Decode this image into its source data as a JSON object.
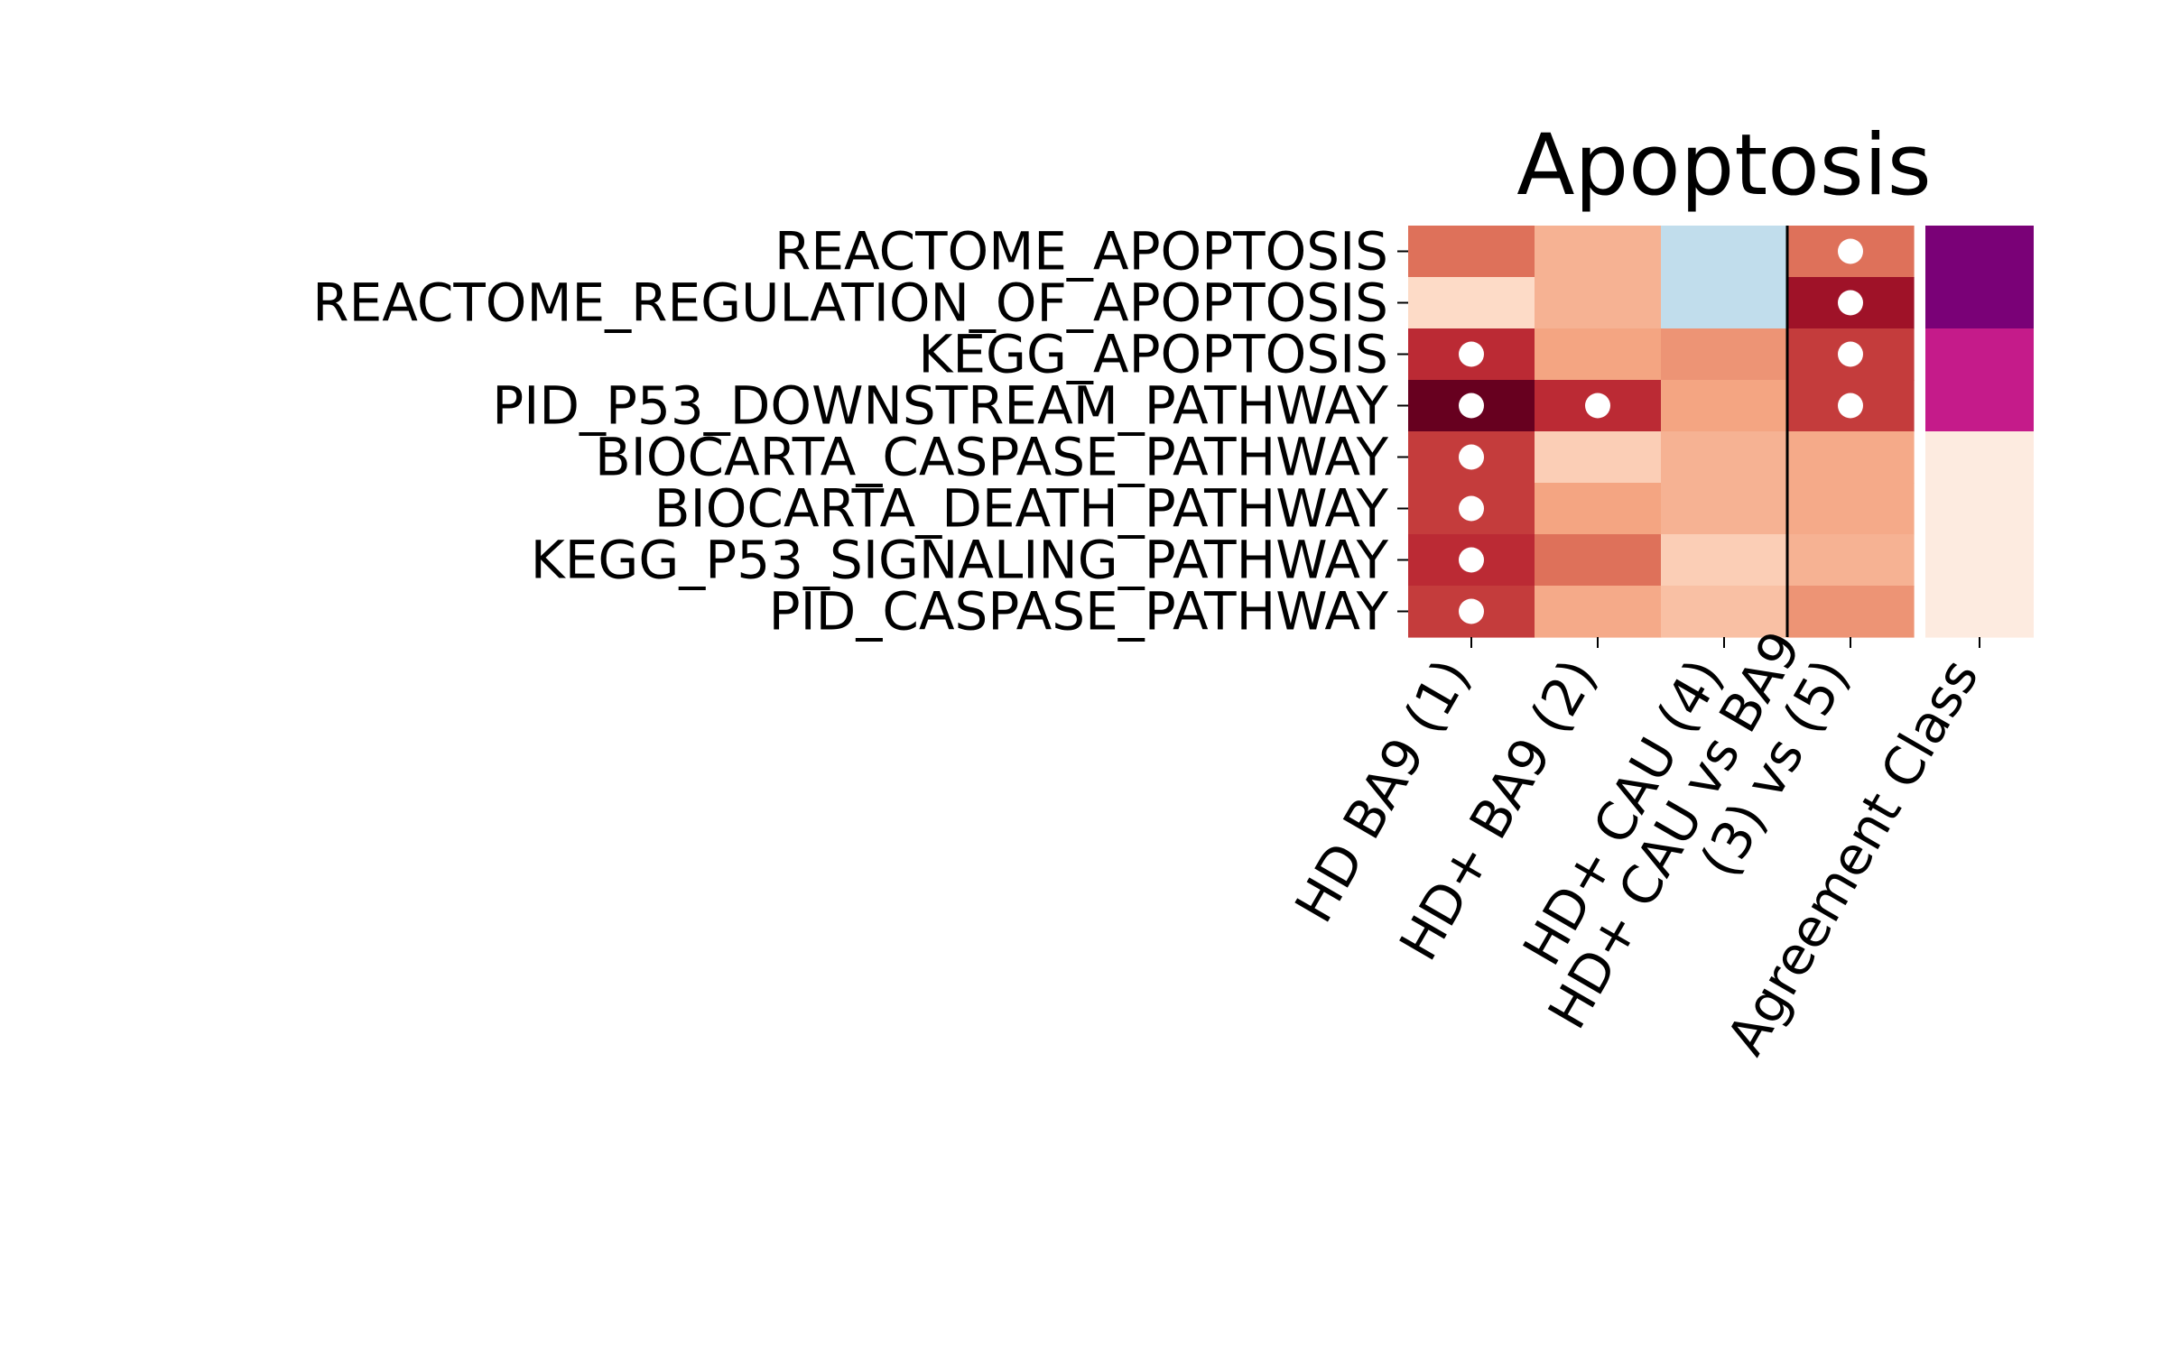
{
  "chart_data": {
    "type": "heatmap",
    "title": "Apoptosis",
    "rows": [
      "REACTOME_APOPTOSIS",
      "REACTOME_REGULATION_OF_APOPTOSIS",
      "KEGG_APOPTOSIS",
      "PID_P53_DOWNSTREAM_PATHWAY",
      "BIOCARTA_CASPASE_PATHWAY",
      "BIOCARTA_DEATH_PATHWAY",
      "KEGG_P53_SIGNALING_PATHWAY",
      "PID_CASPASE_PATHWAY"
    ],
    "columns": [
      "HD BA9 (1)",
      "HD+ BA9 (2)",
      "HD+ CAU (4)",
      "HD+ CAU vs BA9\n(3) vs (5)",
      "Agreement Class"
    ],
    "colorscale": "RdBu_r",
    "vmin": -1,
    "vmax": 1,
    "values": [
      [
        0.55,
        0.35,
        -0.25,
        0.55
      ],
      [
        0.2,
        0.35,
        -0.25,
        0.85
      ],
      [
        0.75,
        0.4,
        0.45,
        0.7
      ],
      [
        1.0,
        0.75,
        0.4,
        0.7
      ],
      [
        0.7,
        0.25,
        0.35,
        0.38
      ],
      [
        0.7,
        0.4,
        0.35,
        0.38
      ],
      [
        0.75,
        0.55,
        0.25,
        0.35
      ],
      [
        0.7,
        0.38,
        0.3,
        0.45
      ]
    ],
    "significant": [
      [
        false,
        false,
        false,
        true
      ],
      [
        false,
        false,
        false,
        true
      ],
      [
        true,
        false,
        false,
        true
      ],
      [
        true,
        true,
        false,
        true
      ],
      [
        true,
        false,
        false,
        false
      ],
      [
        true,
        false,
        false,
        false
      ],
      [
        true,
        false,
        false,
        false
      ],
      [
        true,
        false,
        false,
        false
      ]
    ],
    "agreement_class_colors": [
      "#7a0177",
      "#7a0177",
      "#c51b8a",
      "#c51b8a",
      "#fdebe0",
      "#fdebe0",
      "#fdebe0",
      "#fdebe0"
    ],
    "divider_after_column": 2,
    "marker_color": "#ffffff"
  }
}
